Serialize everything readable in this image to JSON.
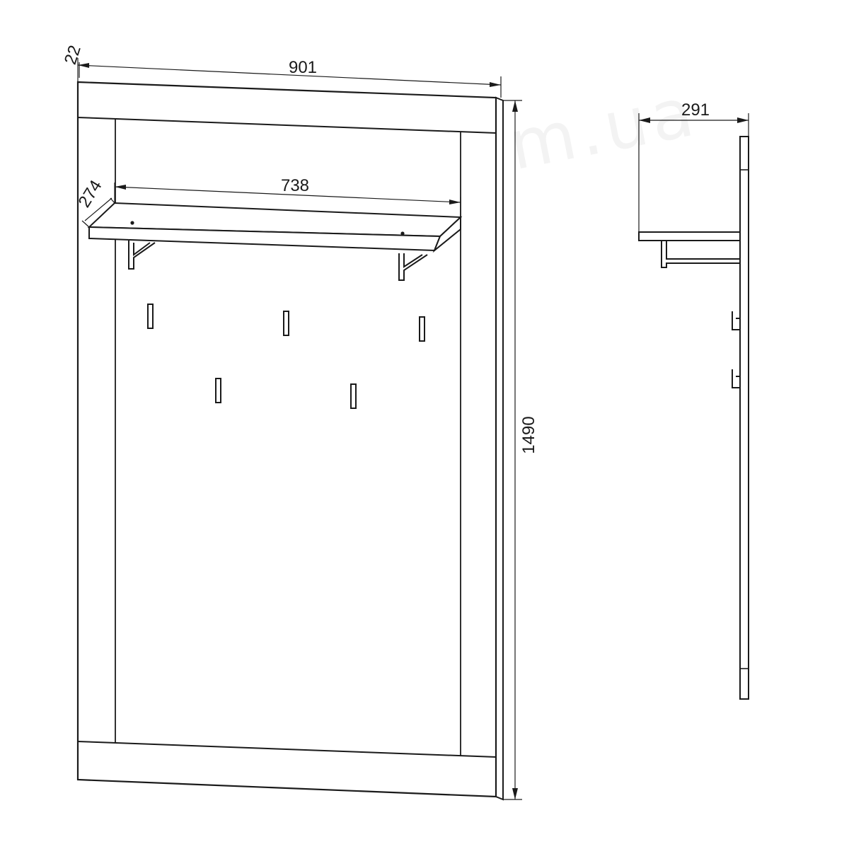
{
  "watermark": "prwland.com.ua",
  "dimensions": {
    "overall_width": "901",
    "thickness": "22",
    "overall_height": "1490",
    "shelf_width": "738",
    "shelf_depth": "274",
    "side_depth": "291"
  },
  "front_view": {
    "hooks_top_row": 3,
    "hooks_bottom_row": 2
  },
  "side_view": {
    "hooks": 2
  }
}
